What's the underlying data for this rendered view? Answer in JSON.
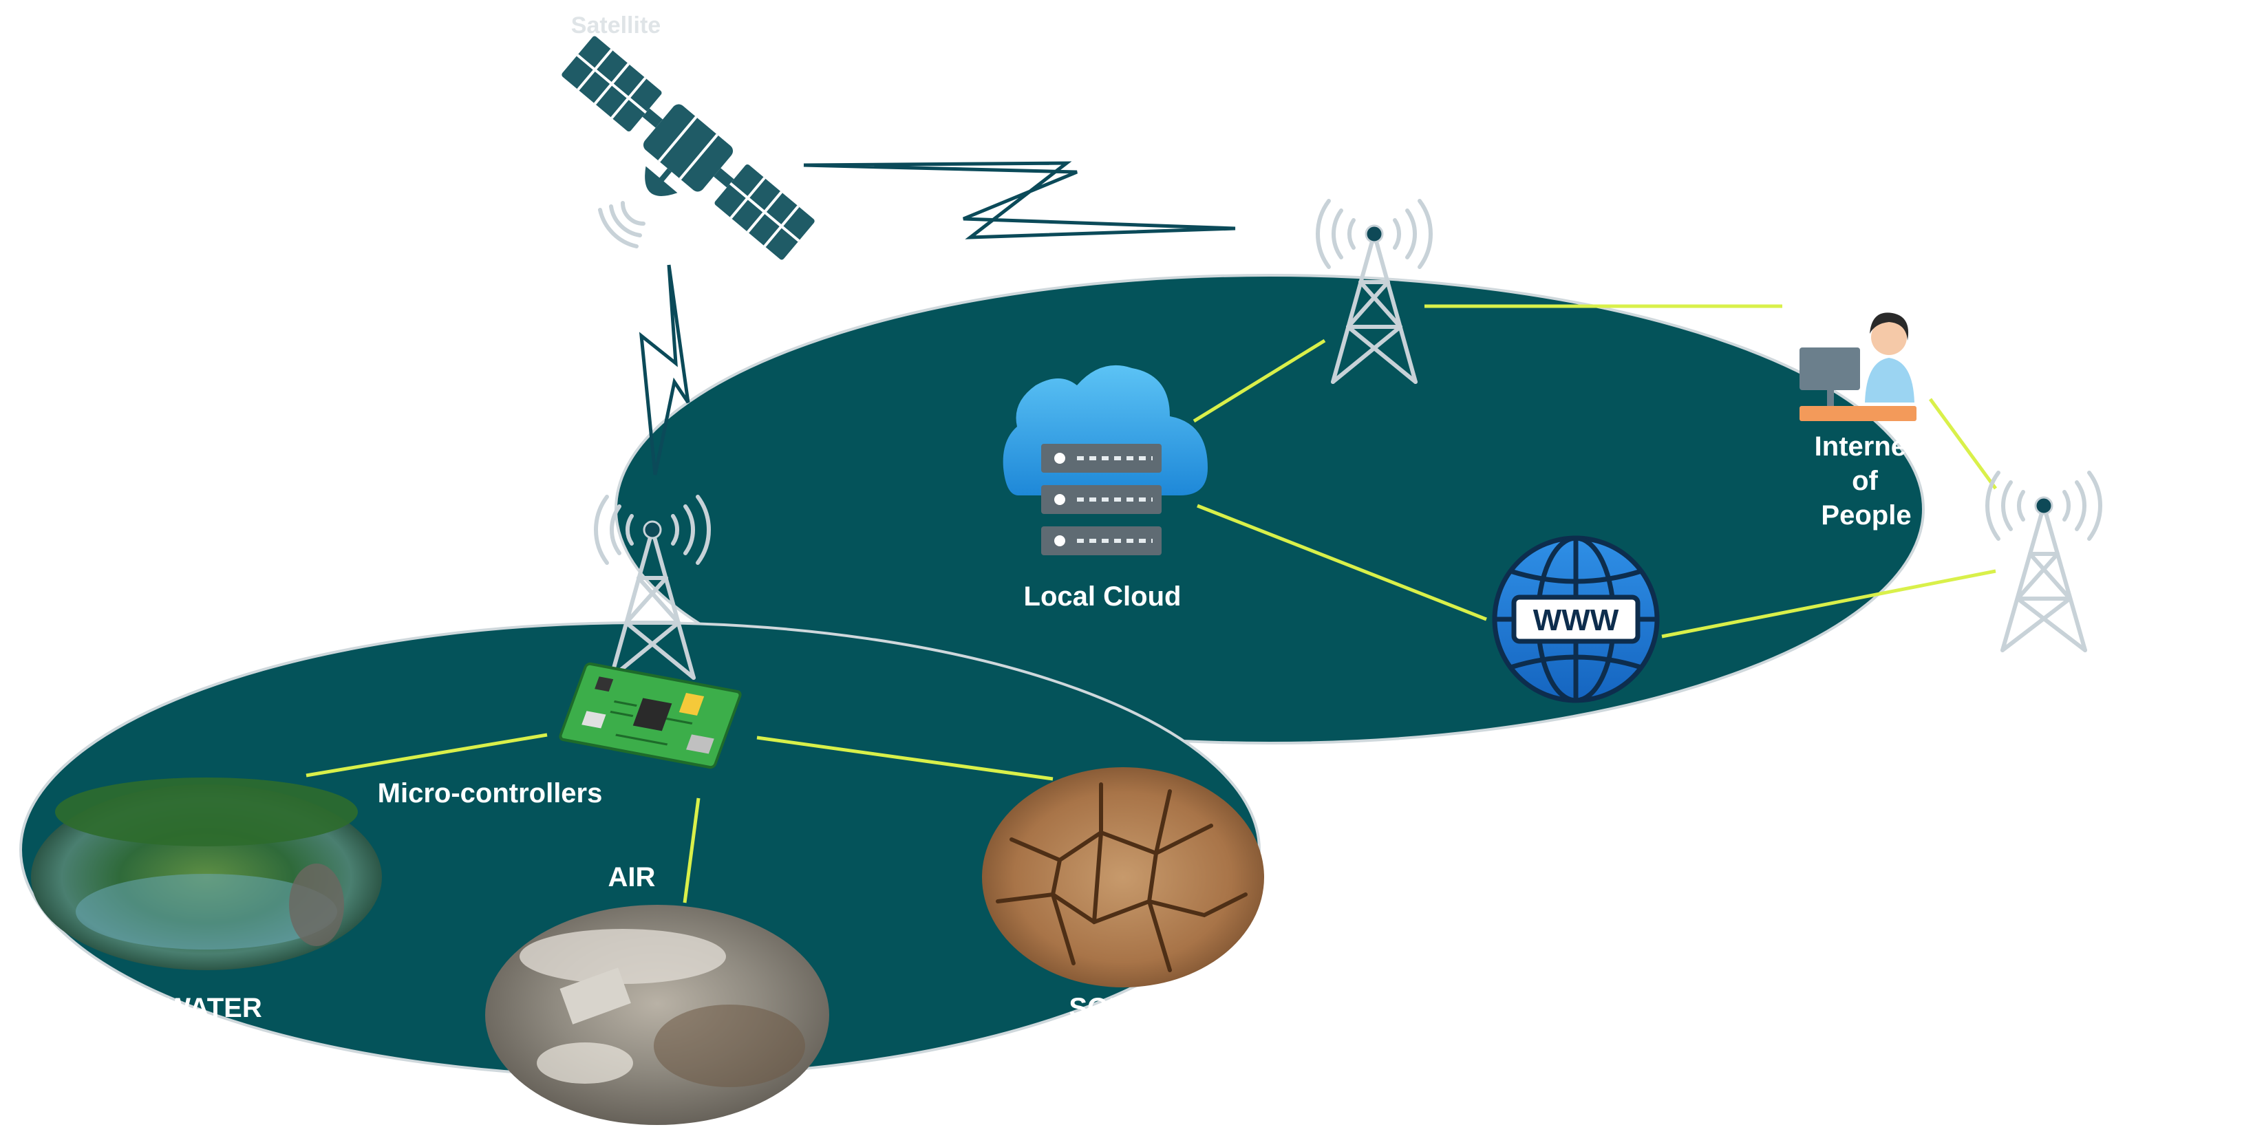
{
  "labels": {
    "satellite": "Satellite",
    "local_cloud": "Local Cloud",
    "internet_people_line1": "Internet",
    "internet_people_line2": "of",
    "internet_people_line3": "People",
    "microcontrollers": "Micro-controllers",
    "water": "WATER",
    "air": "AIR",
    "soil": "SOIL",
    "www": "WWW"
  },
  "colors": {
    "ellipse_fill": "#04535a",
    "link": "#d9f04a",
    "bolt": "#0b4a59",
    "satellite": "#1f5b66",
    "label_text": "#ffffff"
  },
  "icons": [
    "satellite-icon",
    "antenna-tower-icon",
    "cloud-server-icon",
    "globe-www-icon",
    "person-at-computer-icon",
    "circuit-board-icon"
  ]
}
